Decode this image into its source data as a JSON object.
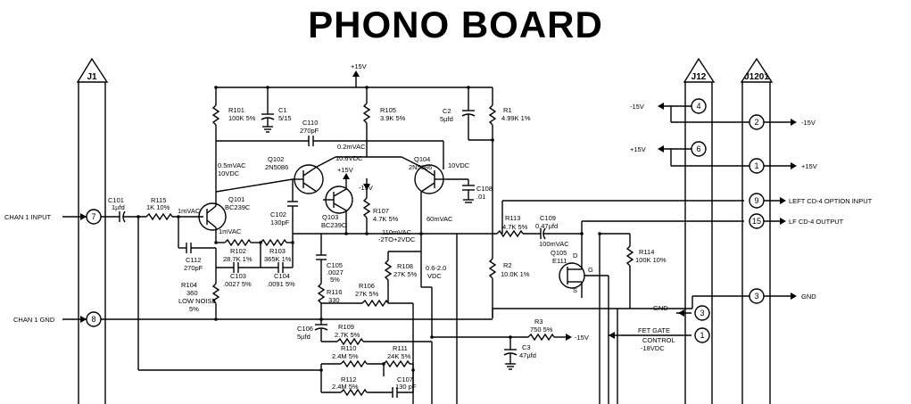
{
  "title": "PHONO BOARD",
  "connectors": {
    "j1": "J1",
    "j12": "J12",
    "j1201": "J1201"
  },
  "supply": {
    "plus15": "+15V",
    "minus15": "-15V"
  },
  "inputs": {
    "chan1_input": "CHAN 1 INPUT",
    "chan1_gnd": "CHAN 1 GND"
  },
  "pins": {
    "p7": "7",
    "p8": "8",
    "p4": "4",
    "p6": "6",
    "p9": "9",
    "p15": "15",
    "p3": "3",
    "p2": "2",
    "p1": "1"
  },
  "outputs": {
    "minus15": "-15V",
    "plus15": "+15V",
    "left_cd4": "LEFT CD-4 OPTION INPUT",
    "lf_cd4": "LF CD-4 OUTPUT",
    "gnd": "GND"
  },
  "misc": {
    "gnd": "GND",
    "fet_gate": "FET GATE",
    "control": "CONTROL",
    "control_v": "-18VDC"
  },
  "parts": {
    "R101": [
      "R101",
      "100K 5%"
    ],
    "C1": [
      "C1",
      "5/15"
    ],
    "C110": [
      "C110",
      "270pF"
    ],
    "R105": [
      "R105",
      "3.9K 5%"
    ],
    "C2": [
      "C2",
      "5µfd"
    ],
    "R1": [
      "R1",
      "4.99K 1%"
    ],
    "Q102": [
      "Q102",
      "2N5086"
    ],
    "Q104": [
      "Q104",
      "2N5086"
    ],
    "Q101": [
      "Q101",
      "BC239C"
    ],
    "Q103": [
      "Q103",
      "BC239C"
    ],
    "C101": [
      "C101",
      "1µfd"
    ],
    "R115": [
      "R115",
      "1K 10%"
    ],
    "R107": [
      "R107",
      "4.7K 5%"
    ],
    "C108": [
      "C108",
      ".01"
    ],
    "C102": [
      "C102",
      "130pF"
    ],
    "C112": [
      "C112",
      "270pF"
    ],
    "R102": [
      "R102",
      "28.7K 1%"
    ],
    "R103": [
      "R103",
      "365K 1%"
    ],
    "C103": [
      "C103",
      ".0027 5%"
    ],
    "C104": [
      "C104",
      ".0091 5%"
    ],
    "R104": [
      "R104",
      "360",
      "LOW NOISE",
      "5%"
    ],
    "C105": [
      "C105",
      ".0027",
      "5%"
    ],
    "R116": [
      "R116",
      "330"
    ],
    "R106": [
      "R106",
      "27K 5%"
    ],
    "R108": [
      "R108",
      "27K 5%"
    ],
    "R113": [
      "R113",
      "4.7K 5%"
    ],
    "C109": [
      "C109",
      "0.47µfd"
    ],
    "R114": [
      "R114",
      "100K 10%"
    ],
    "Q105": [
      "Q105",
      "E111"
    ],
    "R2": [
      "R2",
      "10.0K 1%"
    ],
    "R3": [
      "R3",
      "750 5%"
    ],
    "C3": [
      "C3",
      "47µfd"
    ],
    "C106": [
      "C106",
      "5µfd"
    ],
    "R109": [
      "R109",
      "2.7K 5%"
    ],
    "R110": [
      "R110",
      "2.4M 5%"
    ],
    "R111": [
      "R111",
      "24K 5%"
    ],
    "R112": [
      "R112",
      "2.4M 5%"
    ],
    "C107": [
      "C107",
      "130 pF"
    ]
  },
  "voltages": {
    "v1": "0.5mVAC",
    "v2": "10VDC",
    "v3": "1mVAC",
    "v4": "1mVAC",
    "v5": "0.2mVAC",
    "v6": "10.6VDC",
    "v7": "10VDC",
    "v8": "+15V",
    "v9": "-15V",
    "v10": "60mVAC",
    "v11": "110mVAC",
    "v12": "-2TO+2VDC",
    "v13": "0.6-2.0",
    "v14": "VDC",
    "v15": "100mVAC",
    "v16": "-15V"
  },
  "fet_pins": {
    "d": "D",
    "g": "G",
    "s": "S"
  }
}
